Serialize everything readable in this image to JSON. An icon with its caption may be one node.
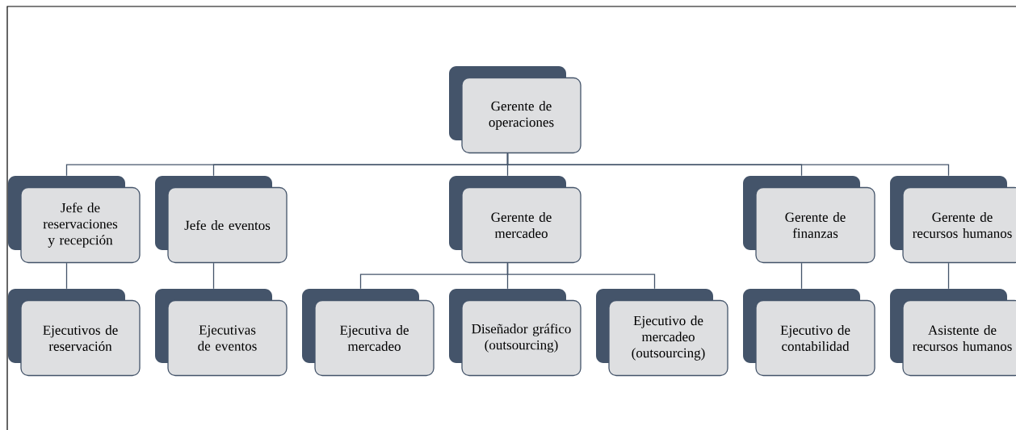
{
  "diagram": {
    "nodes": [
      {
        "text": [
          "Gerente de operaciones"
        ]
      },
      {
        "text": [
          "Jefe de reservaciones y recepción"
        ]
      },
      {
        "text": [
          "Jefe de eventos"
        ]
      },
      {
        "text": [
          "Gerente de mercadeo"
        ]
      },
      {
        "text": [
          "Gerente de finanzas"
        ]
      },
      {
        "text": [
          "Gerente de recursos humanos"
        ]
      },
      {
        "text": [
          "Ejecutivos de reservación"
        ]
      },
      {
        "text": [
          "Ejecutivas de eventos"
        ]
      },
      {
        "text": [
          "Ejecutiva de mercadeo"
        ]
      },
      {
        "text": [
          "Diseñador gráfico (outsourcing)"
        ]
      },
      {
        "text": [
          "Ejecutivo de mercadeo (outsourcing)"
        ]
      },
      {
        "text": [
          "Ejecutivo de contabilidad"
        ]
      },
      {
        "text": [
          "Asistente de recursos humanos"
        ]
      }
    ],
    "edges": [
      {
        "from": 0,
        "to": 1,
        "arrow": "none"
      },
      {
        "from": 0,
        "to": 2,
        "arrow": "none"
      },
      {
        "from": 0,
        "to": 3,
        "arrow": "none"
      },
      {
        "from": 0,
        "to": 4,
        "arrow": "none"
      },
      {
        "from": 0,
        "to": 5,
        "arrow": "none"
      },
      {
        "from": 1,
        "to": 6,
        "arrow": "none"
      },
      {
        "from": 2,
        "to": 7,
        "arrow": "none"
      },
      {
        "from": 3,
        "to": 8,
        "arrow": "none"
      },
      {
        "from": 3,
        "to": 9,
        "arrow": "none"
      },
      {
        "from": 3,
        "to": 10,
        "arrow": "none"
      },
      {
        "from": 4,
        "to": 11,
        "arrow": "none"
      },
      {
        "from": 5,
        "to": 12,
        "arrow": "none"
      }
    ]
  }
}
